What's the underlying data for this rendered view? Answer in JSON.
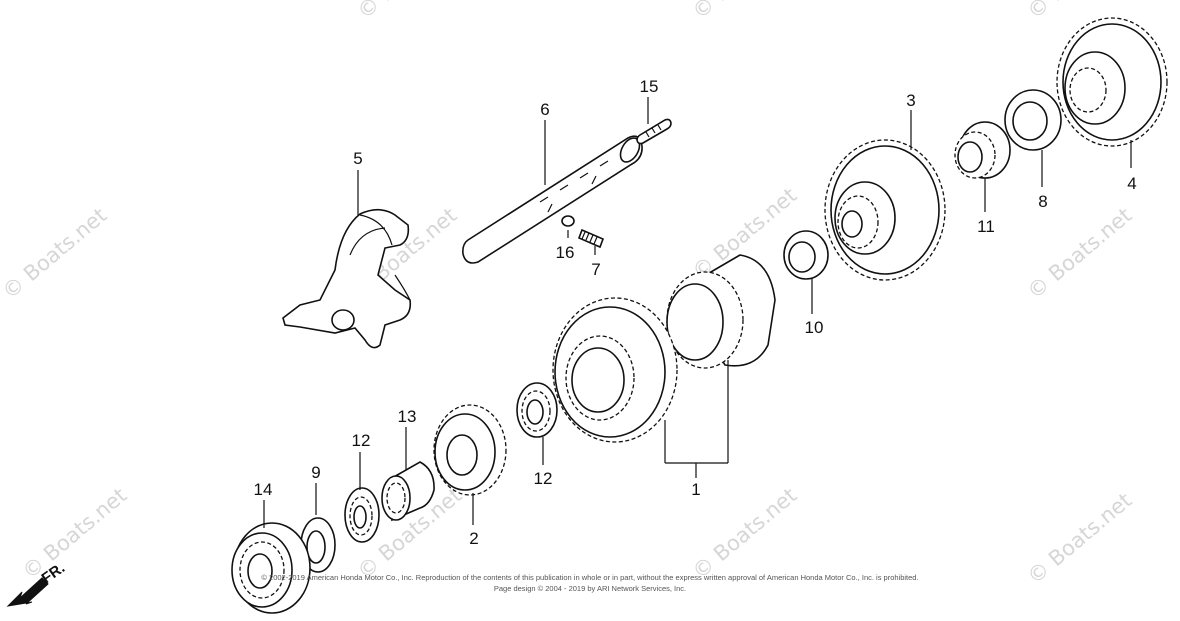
{
  "watermark": {
    "text": "© Boats.net"
  },
  "labels": {
    "p1": "1",
    "p2": "2",
    "p3": "3",
    "p4": "4",
    "p5": "5",
    "p6": "6",
    "p7": "7",
    "p8": "8",
    "p9": "9",
    "p10": "10",
    "p11": "11",
    "p12a": "12",
    "p12b": "12",
    "p13": "13",
    "p14": "14",
    "p15": "15",
    "p16": "16"
  },
  "direction": {
    "text": "FR."
  },
  "copyright": {
    "line1": "© 2002-2019 American Honda Motor Co., Inc. Reproduction of the contents of this publication in whole or in part, without the express written approval of American Honda Motor Co., Inc. is prohibited.",
    "line2": "Page design © 2004 - 2019 by ARI Network Services, Inc."
  }
}
